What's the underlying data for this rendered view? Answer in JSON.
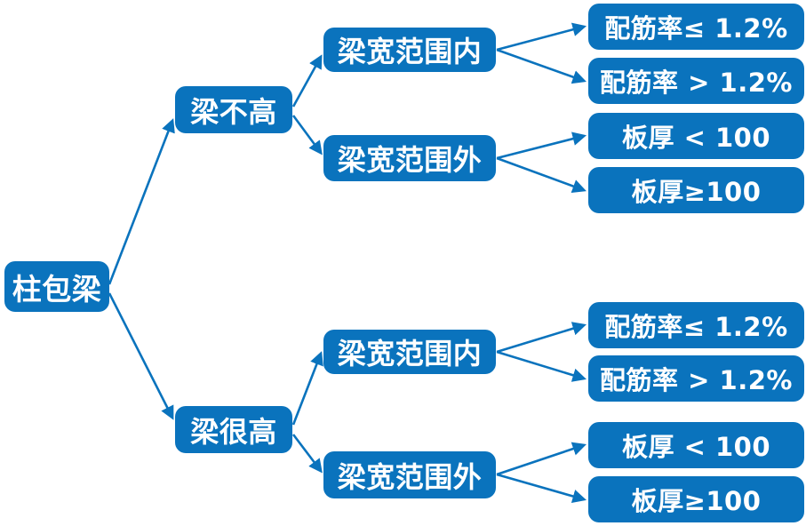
{
  "diagram": {
    "type": "decision-tree",
    "colors": {
      "node_fill": "#0a73bd",
      "node_text": "#ffffff",
      "connector": "#0a73bd",
      "background": "#ffffff"
    },
    "root": {
      "label": "柱包梁"
    },
    "branches": [
      {
        "label": "梁不高",
        "children": [
          {
            "label": "梁宽范围内",
            "children": [
              {
                "label": "配筋率≤ 1.2%"
              },
              {
                "label": "配筋率 > 1.2%"
              }
            ]
          },
          {
            "label": "梁宽范围外",
            "children": [
              {
                "label": "板厚 < 100"
              },
              {
                "label": "板厚≥100"
              }
            ]
          }
        ]
      },
      {
        "label": "梁很高",
        "children": [
          {
            "label": "梁宽范围内",
            "children": [
              {
                "label": "配筋率≤ 1.2%"
              },
              {
                "label": "配筋率 > 1.2%"
              }
            ]
          },
          {
            "label": "梁宽范围外",
            "children": [
              {
                "label": "板厚 < 100"
              },
              {
                "label": "板厚≥100"
              }
            ]
          }
        ]
      }
    ]
  }
}
